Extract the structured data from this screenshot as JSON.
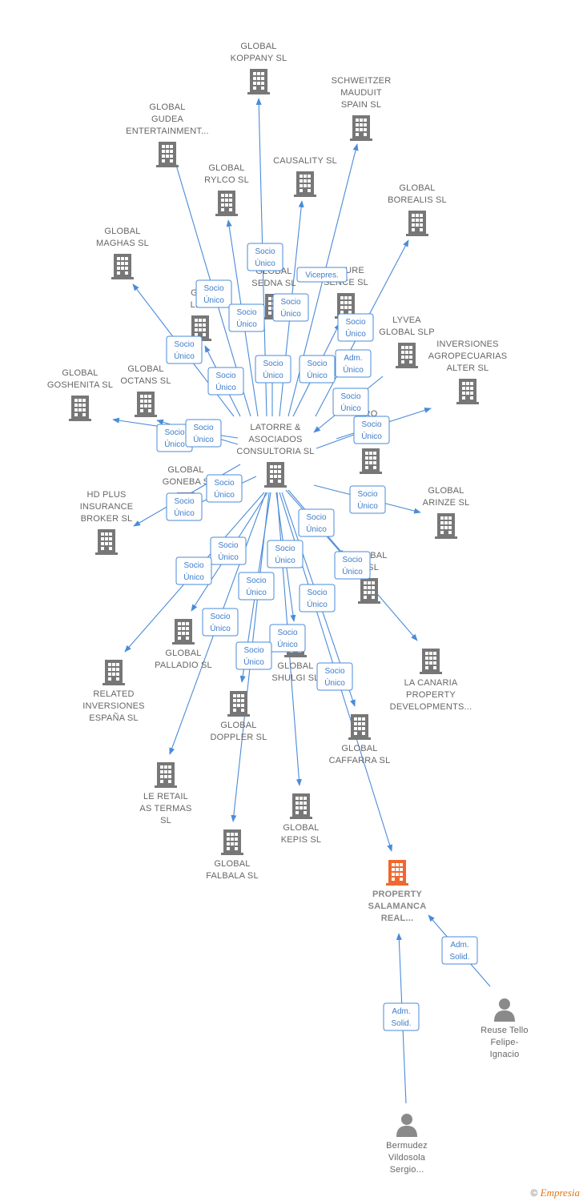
{
  "colors": {
    "edge": "#4a8bd8",
    "company": "#777777",
    "target": "#f0682e",
    "person": "#8a8a8a"
  },
  "nodes": [
    {
      "id": "koppany",
      "type": "company",
      "icon": "building-icon",
      "lines": [
        "GLOBAL",
        "KOPPANY  SL"
      ]
    },
    {
      "id": "schweitzer",
      "type": "company",
      "icon": "building-icon",
      "lines": [
        "SCHWEITZER",
        "MAUDUIT",
        "SPAIN  SL"
      ]
    },
    {
      "id": "gudea",
      "type": "company",
      "icon": "building-icon",
      "lines": [
        "GLOBAL",
        "GUDEA",
        "ENTERTAINMENT..."
      ]
    },
    {
      "id": "causality",
      "type": "company",
      "icon": "building-icon",
      "lines": [
        "CAUSALITY  SL"
      ]
    },
    {
      "id": "rylco",
      "type": "company",
      "icon": "building-icon",
      "lines": [
        "GLOBAL",
        "RYLCO  SL"
      ]
    },
    {
      "id": "borealis",
      "type": "company",
      "icon": "building-icon",
      "lines": [
        "GLOBAL",
        "BOREALIS  SL"
      ]
    },
    {
      "id": "maghas",
      "type": "company",
      "icon": "building-icon",
      "lines": [
        "GLOBAL",
        "MAGHAS  SL"
      ]
    },
    {
      "id": "sedna",
      "type": "company",
      "icon": "building-icon",
      "lines": [
        "GLOBAL",
        "SEDNA  SL"
      ]
    },
    {
      "id": "future",
      "type": "company",
      "icon": "building-icon",
      "lines": [
        "FUTURE",
        "SENCE  SL"
      ]
    },
    {
      "id": "leiv",
      "type": "company",
      "icon": "building-icon",
      "lines": [
        "GLO",
        "LEIV"
      ]
    },
    {
      "id": "lyvea",
      "type": "company",
      "icon": "building-icon",
      "lines": [
        "LYVEA",
        "GLOBAL  SLP"
      ]
    },
    {
      "id": "agropecuarias",
      "type": "company",
      "icon": "building-icon",
      "lines": [
        "INVERSIONES",
        "AGROPECUARIAS",
        "ALTER  SL"
      ]
    },
    {
      "id": "goshenita",
      "type": "company",
      "icon": "building-icon",
      "lines": [
        "GLOBAL",
        "GOSHENITA  SL"
      ]
    },
    {
      "id": "octans",
      "type": "company",
      "icon": "building-icon",
      "lines": [
        "GLOBAL",
        "OCTANS  SL"
      ]
    },
    {
      "id": "latorre",
      "type": "company",
      "icon": "building-icon",
      "lines": [
        "LATORRE &",
        "ASOCIADOS",
        "CONSULTORIA SL"
      ]
    },
    {
      "id": "vero",
      "type": "company",
      "icon": "building-icon",
      "lines": [
        "RO",
        "VE         S",
        "FIN         ..."
      ]
    },
    {
      "id": "goneba",
      "type": "company",
      "icon": "building-icon",
      "lines": [
        "GLOBAL",
        "GONEBA  S"
      ]
    },
    {
      "id": "hdplus",
      "type": "company",
      "icon": "building-icon",
      "lines": [
        "HD PLUS",
        "INSURANCE",
        "BROKER  SL"
      ]
    },
    {
      "id": "arinze",
      "type": "company",
      "icon": "building-icon",
      "lines": [
        "GLOBAL",
        "ARINZE  SL"
      ]
    },
    {
      "id": "globala",
      "type": "company",
      "icon": "building-icon",
      "lines": [
        "GLOBAL",
        "A  SL"
      ]
    },
    {
      "id": "palladio",
      "type": "company",
      "icon": "building-icon",
      "lines": [
        "GLOBAL",
        "PALLADIO  SL"
      ]
    },
    {
      "id": "related",
      "type": "company",
      "icon": "building-icon",
      "lines": [
        "RELATED",
        "INVERSIONES",
        "ESPAÑA  SL"
      ]
    },
    {
      "id": "lacanaria",
      "type": "company",
      "icon": "building-icon",
      "lines": [
        "LA CANARIA",
        "PROPERTY",
        "DEVELOPMENTS..."
      ]
    },
    {
      "id": "shulgi",
      "type": "company",
      "icon": "building-icon",
      "lines": [
        "GLOBAL",
        "SHULGI  SL"
      ]
    },
    {
      "id": "doppler",
      "type": "company",
      "icon": "building-icon",
      "lines": [
        "GLOBAL",
        "DOPPLER  SL"
      ]
    },
    {
      "id": "caffarra",
      "type": "company",
      "icon": "building-icon",
      "lines": [
        "GLOBAL",
        "CAFFARRA  SL"
      ]
    },
    {
      "id": "leretail",
      "type": "company",
      "icon": "building-icon",
      "lines": [
        "LE RETAIL",
        "AS TERMAS",
        "SL"
      ]
    },
    {
      "id": "kepis",
      "type": "company",
      "icon": "building-icon",
      "lines": [
        "GLOBAL",
        "KEPIS  SL"
      ]
    },
    {
      "id": "falbala",
      "type": "company",
      "icon": "building-icon",
      "lines": [
        "GLOBAL",
        "FALBALA  SL"
      ]
    },
    {
      "id": "property",
      "type": "target",
      "icon": "building-icon",
      "lines": [
        "PROPERTY",
        "SALAMANCA",
        "REAL..."
      ]
    },
    {
      "id": "reuse",
      "type": "person",
      "icon": "person-icon",
      "lines": [
        "Reuse Tello",
        "Felipe-",
        "Ignacio"
      ]
    },
    {
      "id": "bermudez",
      "type": "person",
      "icon": "person-icon",
      "lines": [
        "Bermudez",
        "Vildosola",
        "Sergio..."
      ]
    }
  ],
  "edges": [
    {
      "from": "latorre",
      "to": "koppany",
      "label": [
        "Socio",
        "Único"
      ]
    },
    {
      "from": "latorre",
      "to": "schweitzer",
      "label": [
        "Vicepres."
      ]
    },
    {
      "from": "latorre",
      "to": "gudea",
      "label": [
        "Socio",
        "Único"
      ]
    },
    {
      "from": "latorre",
      "to": "causality",
      "label": [
        "Socio",
        "Único"
      ]
    },
    {
      "from": "latorre",
      "to": "rylco",
      "label": [
        "Socio",
        "Único"
      ]
    },
    {
      "from": "latorre",
      "to": "borealis",
      "label": [
        "Socio",
        "Único"
      ]
    },
    {
      "from": "latorre",
      "to": "maghas",
      "label": [
        "Socio",
        "Único"
      ]
    },
    {
      "from": "latorre",
      "to": "sedna",
      "label": [
        "Socio",
        "Único"
      ]
    },
    {
      "from": "latorre",
      "to": "future",
      "label": [
        "Socio",
        "Único"
      ]
    },
    {
      "from": "latorre",
      "to": "leiv",
      "label": [
        "Socio",
        "Único"
      ]
    },
    {
      "from": "vero",
      "to": "latorre",
      "label": [
        "Adm.",
        "Único"
      ]
    },
    {
      "from": "latorre",
      "to": "agropecuarias",
      "label": [
        "Socio",
        "Único"
      ]
    },
    {
      "from": "latorre",
      "to": "goshenita",
      "label": [
        "Socio",
        "Único"
      ]
    },
    {
      "from": "latorre",
      "to": "octans",
      "label": [
        "Socio",
        "Único"
      ]
    },
    {
      "from": "latorre",
      "to": "vero",
      "label": [
        "Socio",
        "Único"
      ]
    },
    {
      "from": "latorre",
      "to": "hdplus",
      "label": [
        "Socio",
        "Único"
      ]
    },
    {
      "from": "latorre",
      "to": "goneba",
      "label": [
        "Socio",
        "Único"
      ]
    },
    {
      "from": "latorre",
      "to": "arinze",
      "label": [
        "Socio",
        "Único"
      ]
    },
    {
      "from": "latorre",
      "to": "globala",
      "label": [
        "Socio",
        "Único"
      ]
    },
    {
      "from": "latorre",
      "to": "lacanaria",
      "label": [
        "Socio",
        "Único"
      ]
    },
    {
      "from": "latorre",
      "to": "palladio",
      "label": [
        "Socio",
        "Único"
      ]
    },
    {
      "from": "latorre",
      "to": "related",
      "label": [
        "Socio",
        "Único"
      ]
    },
    {
      "from": "latorre",
      "to": "shulgi",
      "label": [
        "Socio",
        "Único"
      ]
    },
    {
      "from": "latorre",
      "to": "doppler",
      "label": [
        "Socio",
        "Único"
      ]
    },
    {
      "from": "latorre",
      "to": "caffarra",
      "label": [
        "Socio",
        "Único"
      ]
    },
    {
      "from": "latorre",
      "to": "leretail",
      "label": [
        "Socio",
        "Único"
      ]
    },
    {
      "from": "latorre",
      "to": "kepis",
      "label": [
        "Socio",
        "Único"
      ]
    },
    {
      "from": "latorre",
      "to": "falbala",
      "label": [
        "Socio",
        "Único"
      ]
    },
    {
      "from": "latorre",
      "to": "property",
      "label": [
        "Socio",
        "Único"
      ]
    },
    {
      "from": "reuse",
      "to": "property",
      "label": [
        "Adm.",
        "Solid."
      ]
    },
    {
      "from": "bermudez",
      "to": "property",
      "label": [
        "Adm.",
        "Solid."
      ]
    }
  ],
  "footer": {
    "copyright": "©",
    "brand": "Empresia"
  }
}
